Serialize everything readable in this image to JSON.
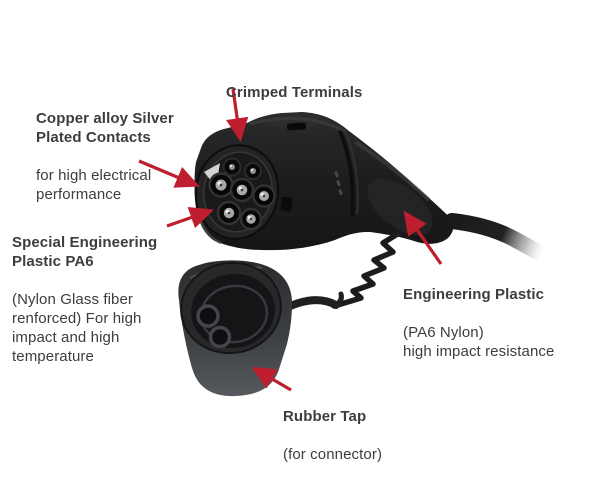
{
  "figure": {
    "description": "Annotated product diagram of a Type 2 EV charging connector with rubber cap",
    "colors": {
      "background": "#ffffff",
      "arrow": "#be1e2d",
      "text": "#3d3d3f",
      "plug_body": "#1d1d1f",
      "cap_body": "#54575b",
      "pin_metal": "#a9a9ab"
    }
  },
  "annotations": [
    {
      "id": "crimped",
      "bold": "Crimped Terminals",
      "regular": ""
    },
    {
      "id": "copper",
      "bold": "Copper alloy Silver\nPlated Contacts",
      "regular": "for high electrical\nperformance"
    },
    {
      "id": "special",
      "bold": "Special Engineering\nPlastic PA6",
      "regular": "(Nylon Glass fiber\nrenforced) For high\nimpact and high\ntemperature"
    },
    {
      "id": "engineering",
      "bold": "Engineering Plastic",
      "regular": "(PA6 Nylon)\nhigh impact resistance"
    },
    {
      "id": "rubber",
      "bold": "Rubber Tap",
      "regular": "(for connector)"
    }
  ],
  "illustration": {
    "parts": [
      "type2-plug",
      "contact-pins",
      "rubber-cap",
      "lanyard-cord",
      "cable"
    ]
  }
}
